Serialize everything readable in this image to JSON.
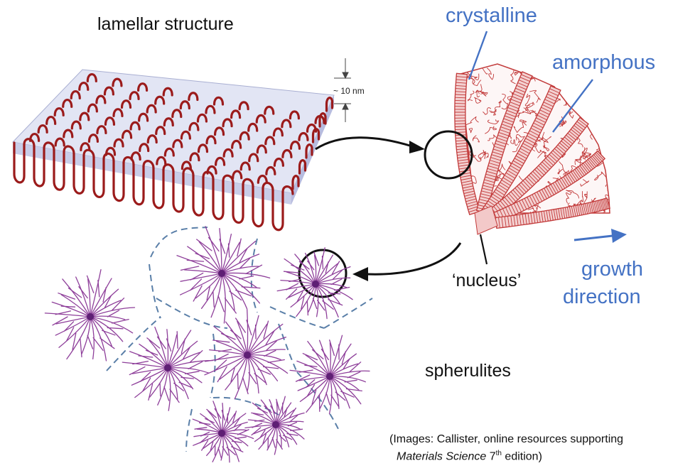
{
  "labels": {
    "lamellar": "lamellar structure",
    "thickness": "~ 10 nm",
    "crystalline": "crystalline",
    "amorphous": "amorphous",
    "nucleus": "‘nucleus’",
    "growth_line1": "growth",
    "growth_line2": "direction",
    "spherulites": "spherulites"
  },
  "credit": {
    "line1": "(Images: Callister, online resources supporting",
    "book": "Materials Science",
    "edition_num": "7",
    "edition_sup": "th",
    "edition_rest": " edition)"
  },
  "colors": {
    "label_blue": "#4472c4",
    "chain_red": "#9b1b1b",
    "lamella_fill": "#e4e6f5",
    "crystal_red": "#c23a3a",
    "spherulite_purple": "#8e3f9a",
    "boundary_blue": "#5a7fa8"
  }
}
